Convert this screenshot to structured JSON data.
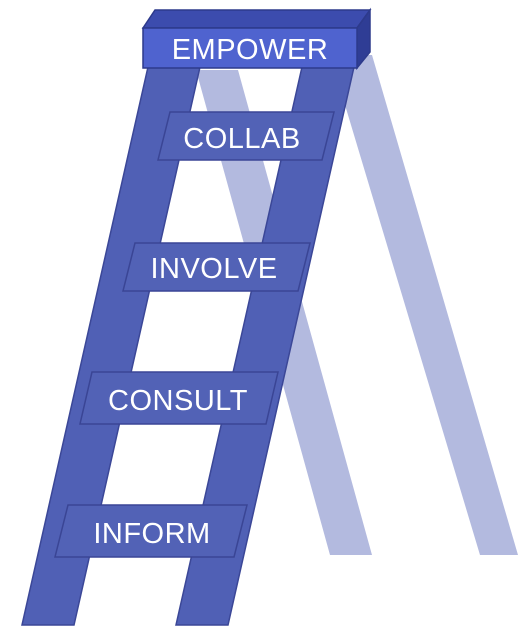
{
  "diagram": {
    "type": "ladder",
    "colors": {
      "back_legs": "#b3badf",
      "front_rails": "#5060b5",
      "rail_edge": "#3b4797",
      "rung_fill": "#5262b6",
      "rung_edge": "#3a4595",
      "top_block": "#4f63cf",
      "top_block_side": "#2f3d95",
      "top_block_top": "#3c4cae",
      "label_text": "#ffffff"
    },
    "steps": [
      {
        "label": "EMPOWER",
        "level": 5
      },
      {
        "label": "COLLAB",
        "level": 4
      },
      {
        "label": "INVOLVE",
        "level": 3
      },
      {
        "label": "CONSULT",
        "level": 2
      },
      {
        "label": "INFORM",
        "level": 1
      }
    ]
  }
}
